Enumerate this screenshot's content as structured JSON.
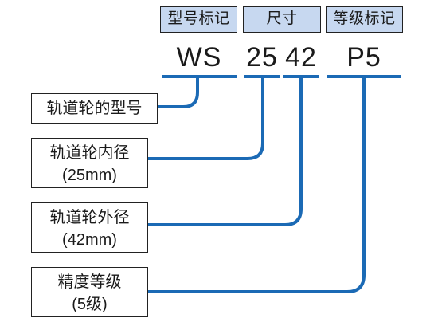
{
  "headers": {
    "model_mark": "型号标记",
    "size": "尺寸",
    "grade_mark": "等级标记"
  },
  "codes": {
    "model": "WS",
    "inner": "25",
    "outer": "42",
    "grade": "P5"
  },
  "labels": {
    "model": [
      "轨道轮的型号"
    ],
    "inner_diameter": [
      "轨道轮内径",
      "(25mm)"
    ],
    "outer_diameter": [
      "轨道轮外径",
      "(42mm)"
    ],
    "precision": [
      "精度等级",
      "(5级)"
    ]
  },
  "colors": {
    "header_fill": "#c7d8f0",
    "line_blue": "#1b6ab5",
    "border": "#222222"
  }
}
